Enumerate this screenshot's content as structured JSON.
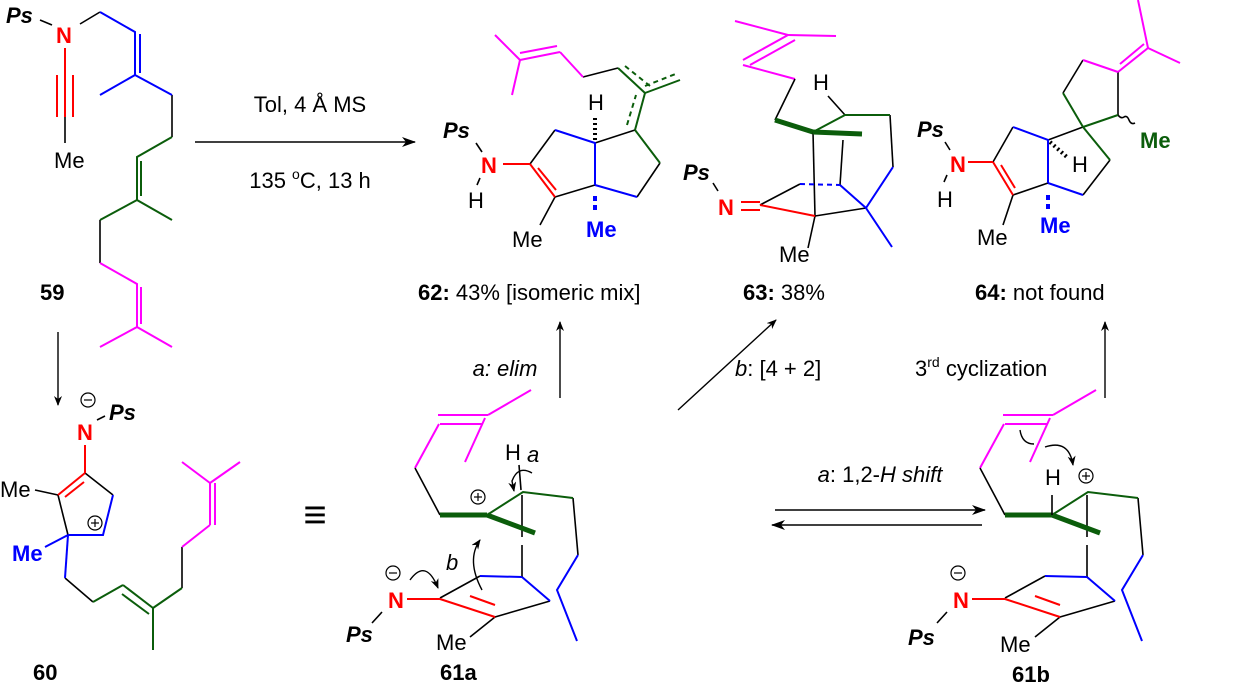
{
  "colors": {
    "nitrogen": "#ff0000",
    "ring_a": "#0000ff",
    "ring_b": "#0b5d0b",
    "prenyl": "#ff00ff"
  },
  "atoms": {
    "ps": "Ps",
    "n": "N",
    "h": "H",
    "me": "Me",
    "plus": "+",
    "minus": "−"
  },
  "reaction": {
    "conditions_top": "Tol, 4 Å MS",
    "conditions_bottom_pre": "135 ",
    "conditions_bottom_sup": "o",
    "conditions_bottom_post": "C, 13 h"
  },
  "compounds": {
    "c59": {
      "id": "59"
    },
    "c60": {
      "id": "60"
    },
    "c61a": {
      "id": "61a",
      "label_a": "a",
      "label_b": "b"
    },
    "c61b": {
      "id": "61b"
    },
    "c62": {
      "id": "62:",
      "result": " 43% [isomeric mix]"
    },
    "c63": {
      "id": "63:",
      "result": " 38%"
    },
    "c64": {
      "id": "64:",
      "result": " not found"
    }
  },
  "pathways": {
    "elim": "a: elim",
    "da_letter": "b",
    "da_text": ": [4 + 2]",
    "cyc_num": "3",
    "cyc_sup": "rd",
    "cyc_text": " cyclization",
    "shift_letter": "a",
    "shift_mid": ": 1,2-",
    "shift_italic": "H shift"
  },
  "equivalence_symbol": "≡"
}
